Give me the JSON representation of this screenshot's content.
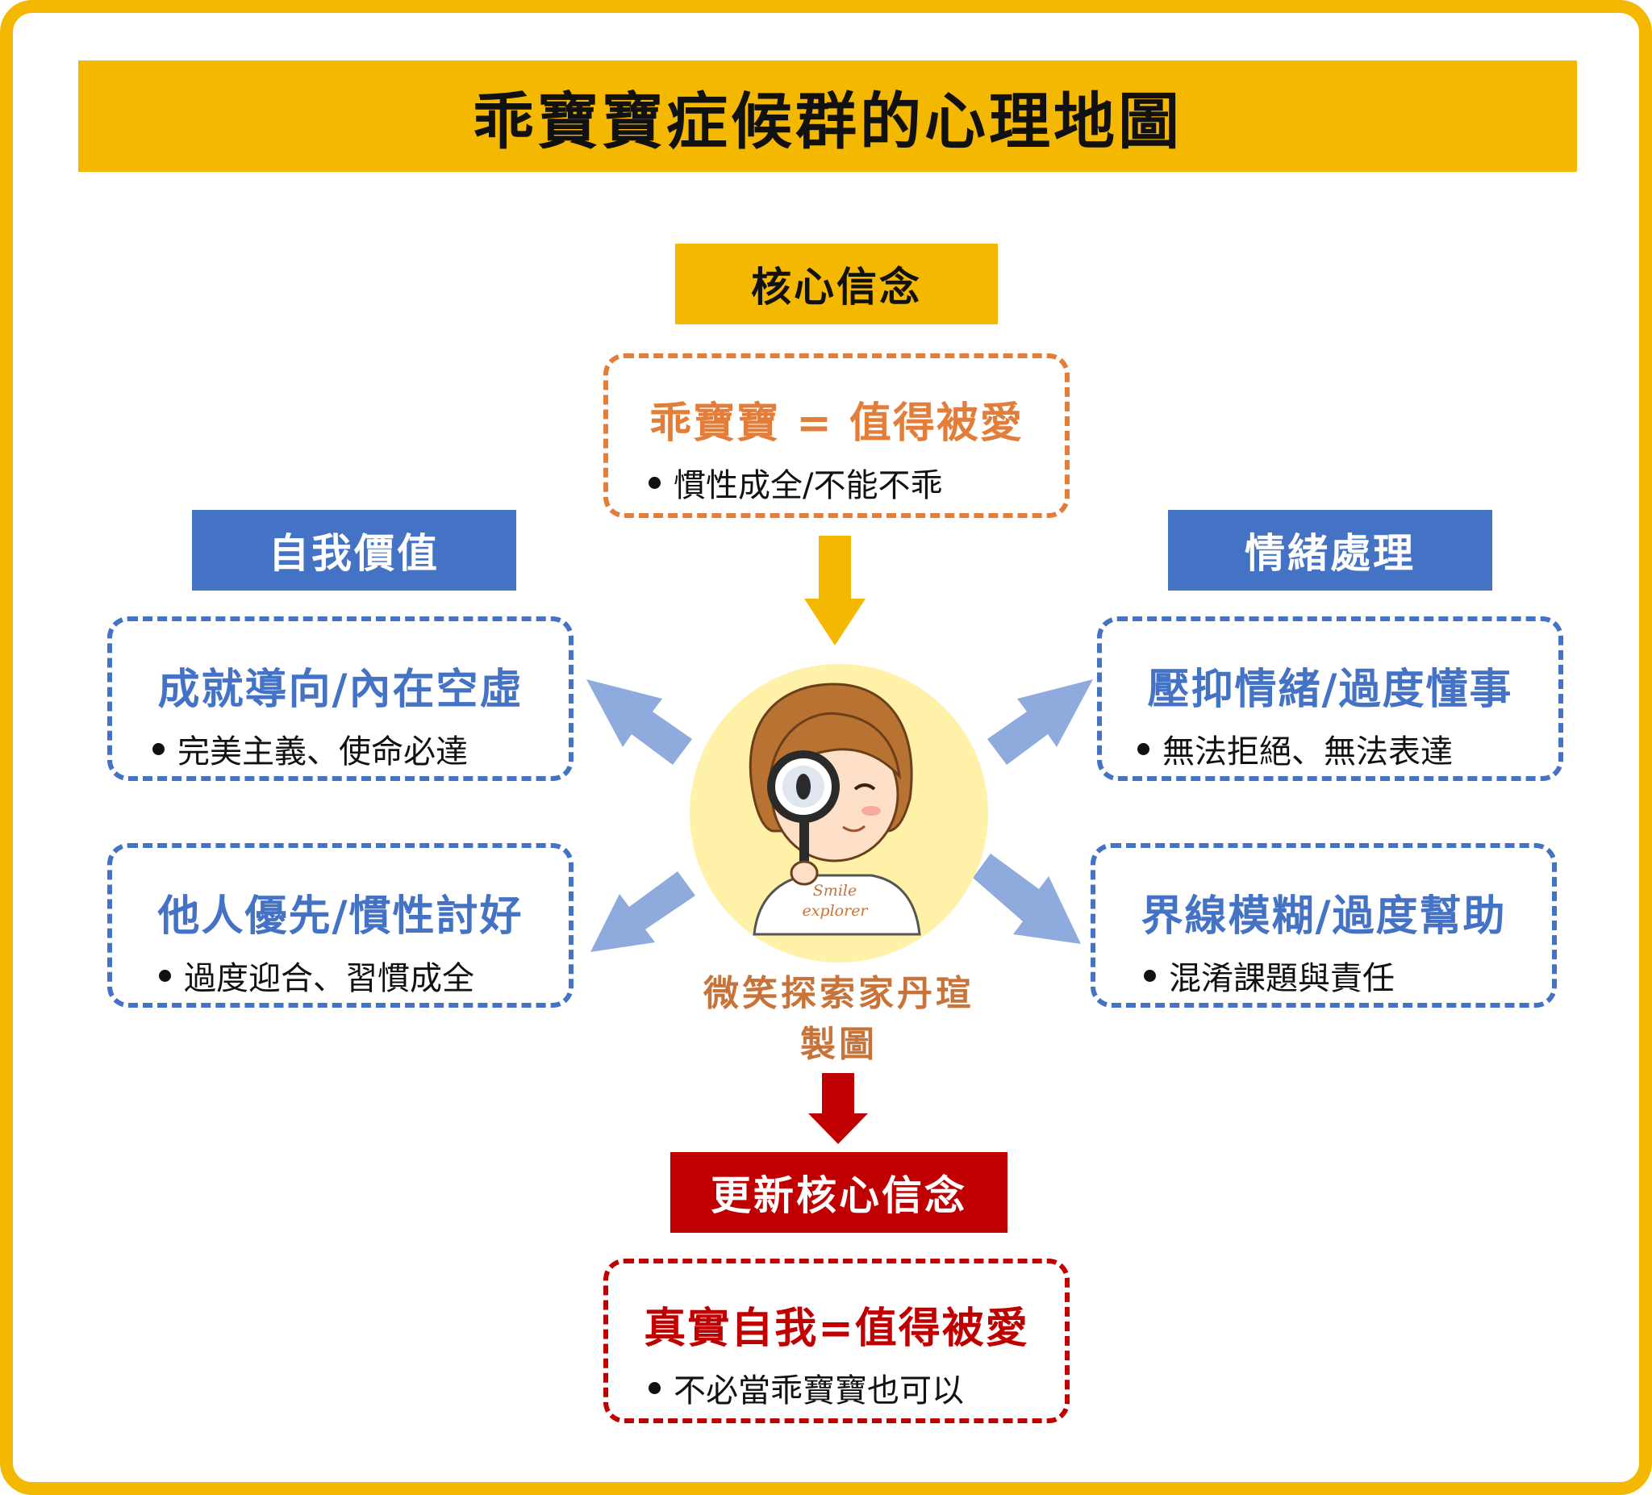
{
  "title": "乖寶寶症候群的心理地圖",
  "colors": {
    "gold": "#f5b800",
    "orange": "#e27d3a",
    "blue": "#4472c4",
    "red": "#c00000",
    "light_blue_arrow": "#8faadc"
  },
  "core": {
    "label": "核心信念",
    "heading": "乖寶寶 = 值得被愛",
    "bullet": "慣性成全/不能不乖"
  },
  "self_worth": {
    "label": "自我價值",
    "box1": {
      "heading": "成就導向/內在空虛",
      "bullet": "完美主義、使命必達"
    },
    "box2": {
      "heading": "他人優先/慣性討好",
      "bullet": "過度迎合、習慣成全"
    }
  },
  "emotion": {
    "label": "情緒處理",
    "box1": {
      "heading": "壓抑情緒/過度懂事",
      "bullet": "無法拒絕、無法表達"
    },
    "box2": {
      "heading": "界線模糊/過度幫助",
      "bullet": "混淆課題與責任"
    }
  },
  "center": {
    "illustration": "girl-with-magnifying-glass",
    "shirt_text": [
      "Smile",
      "explorer"
    ],
    "credit_line1": "微笑探索家丹瑄",
    "credit_line2": "製圖"
  },
  "update": {
    "label": "更新核心信念",
    "heading": "真實自我=值得被愛",
    "bullet": "不必當乖寶寶也可以"
  }
}
